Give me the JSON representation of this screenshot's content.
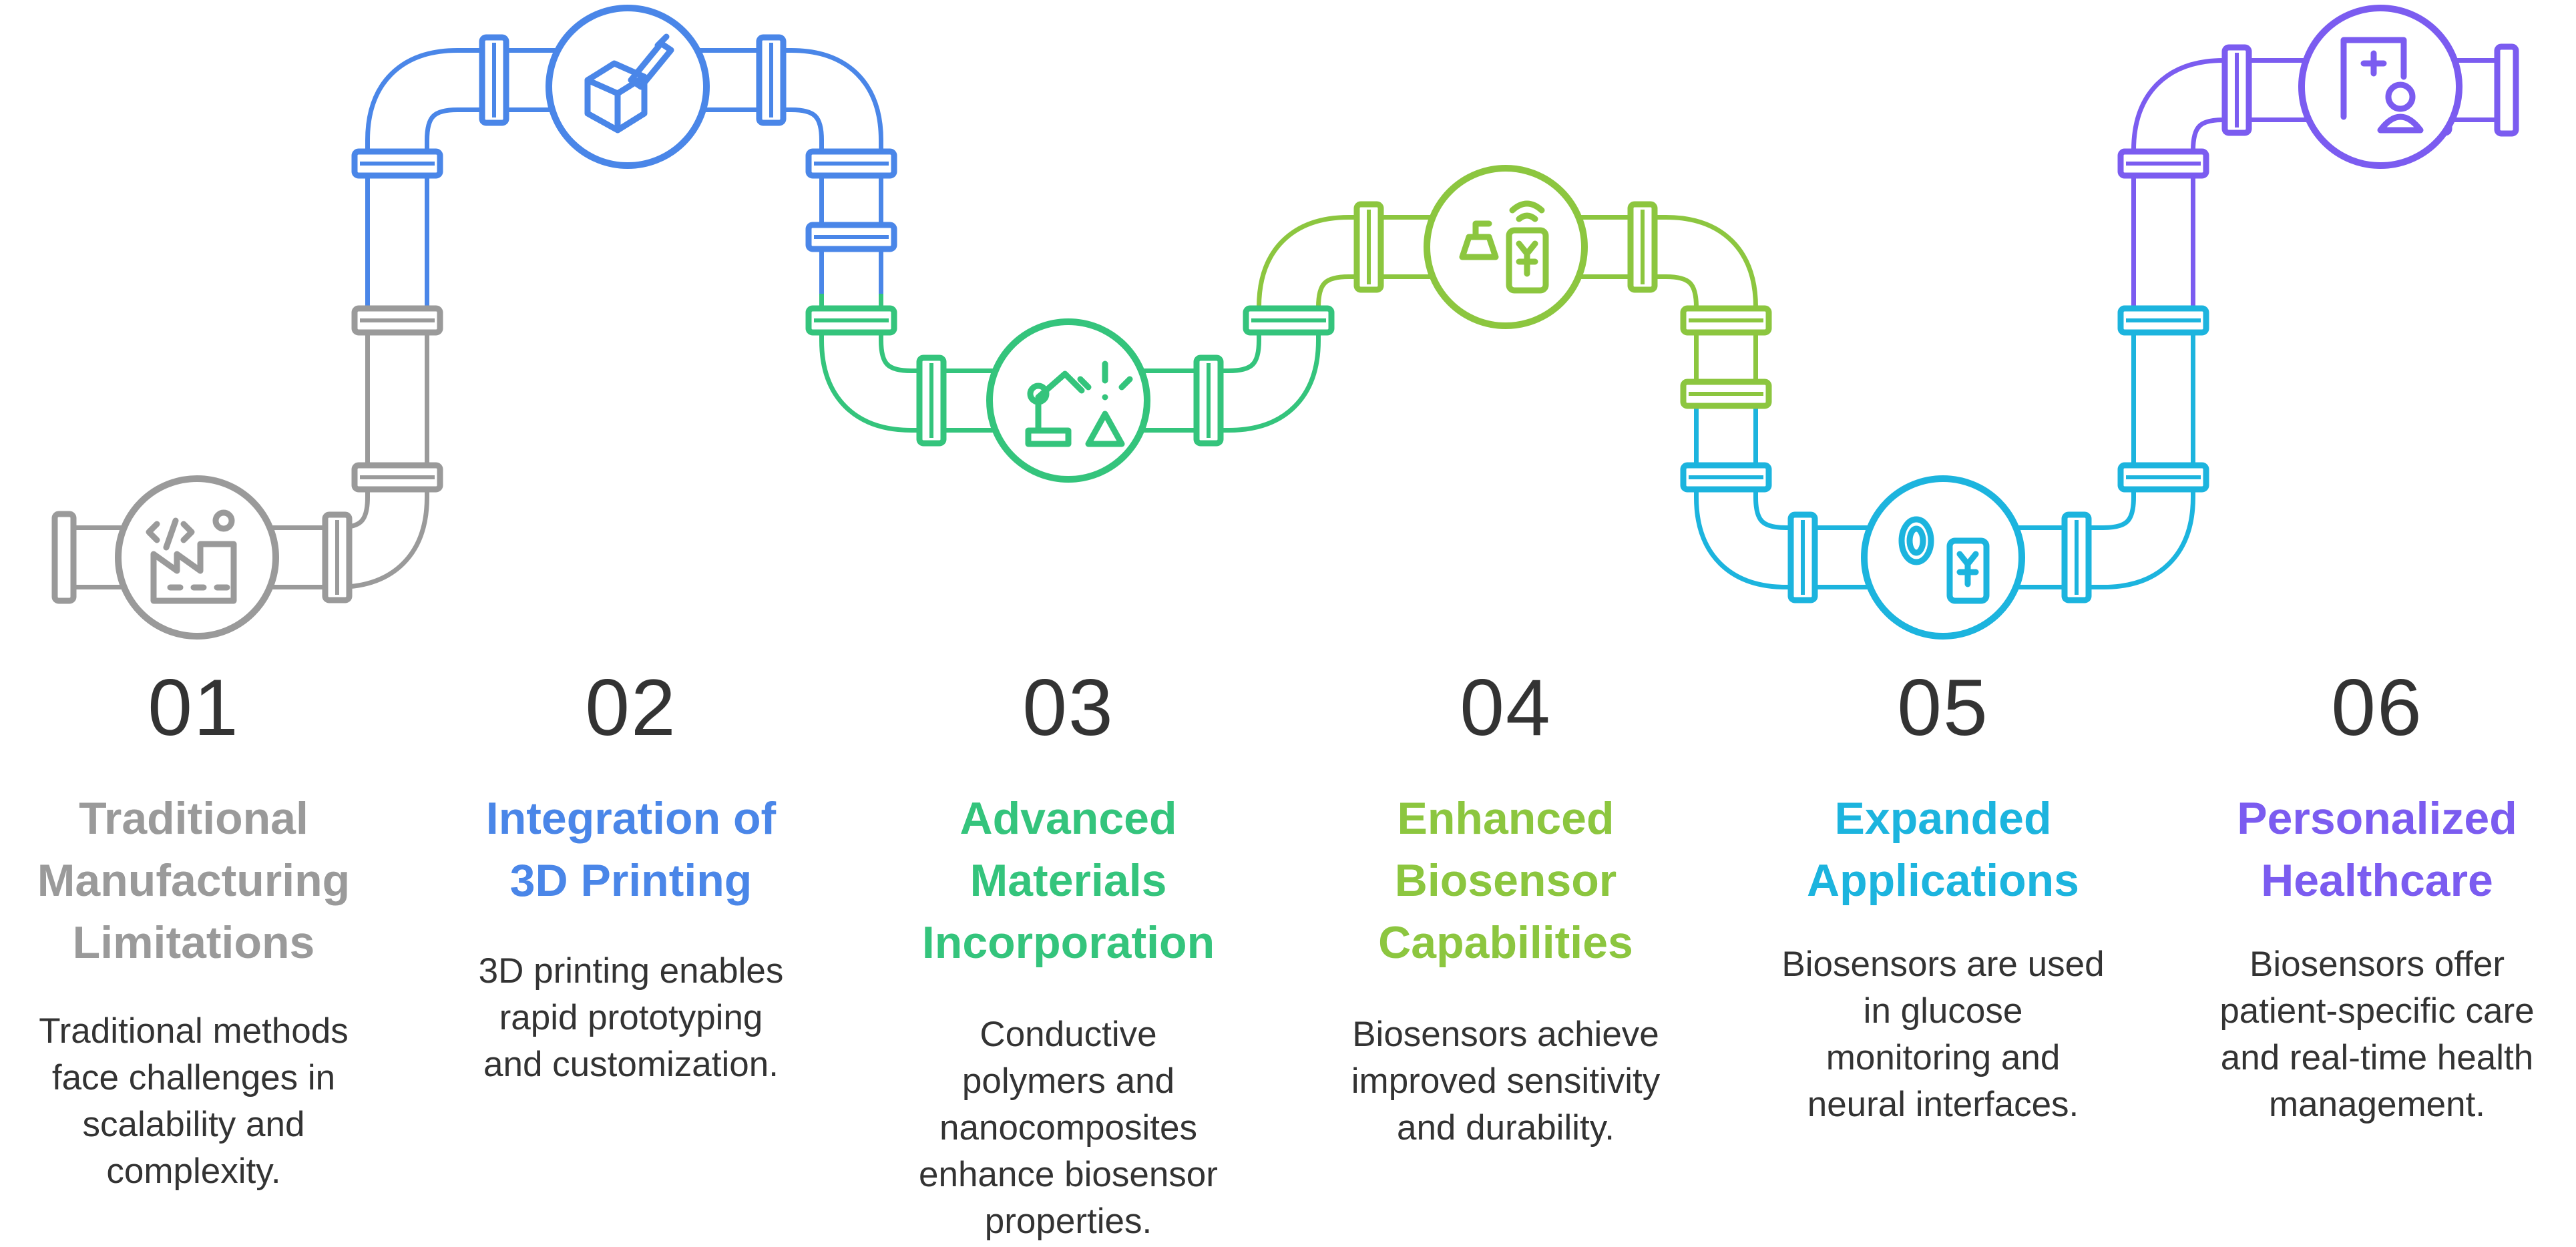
{
  "colors": {
    "step1": "#9a9a9a",
    "step2": "#4a86e8",
    "step3": "#34c47c",
    "step4": "#8cc63f",
    "step5": "#1cb4de",
    "step6": "#7b5cf0"
  },
  "steps": [
    {
      "number": "01",
      "title_lines": [
        "Traditional",
        "Manufacturing",
        "Limitations"
      ],
      "desc_lines": [
        "Traditional methods",
        "face challenges in",
        "scalability and",
        "complexity."
      ],
      "icon": "factory-icon"
    },
    {
      "number": "02",
      "title_lines": [
        "Integration of",
        "3D Printing"
      ],
      "desc_lines": [
        "3D printing enables",
        "rapid prototyping",
        "and customization."
      ],
      "icon": "3d-printer-icon"
    },
    {
      "number": "03",
      "title_lines": [
        "Advanced",
        "Materials",
        "Incorporation"
      ],
      "desc_lines": [
        "Conductive",
        "polymers and",
        "nanocomposites",
        "enhance biosensor",
        "properties."
      ],
      "icon": "robot-arm-icon"
    },
    {
      "number": "04",
      "title_lines": [
        "Enhanced",
        "Biosensor",
        "Capabilities"
      ],
      "desc_lines": [
        "Biosensors achieve",
        "improved sensitivity",
        "and durability."
      ],
      "icon": "wireless-sensor-icon"
    },
    {
      "number": "05",
      "title_lines": [
        "Expanded",
        "Applications"
      ],
      "desc_lines": [
        "Biosensors are used",
        "in glucose",
        "monitoring and",
        "neural interfaces."
      ],
      "icon": "fingerprint-phone-icon"
    },
    {
      "number": "06",
      "title_lines": [
        "Personalized",
        "Healthcare"
      ],
      "desc_lines": [
        "Biosensors offer",
        "patient-specific care",
        "and real-time health",
        "management."
      ],
      "icon": "medical-patient-icon"
    }
  ]
}
